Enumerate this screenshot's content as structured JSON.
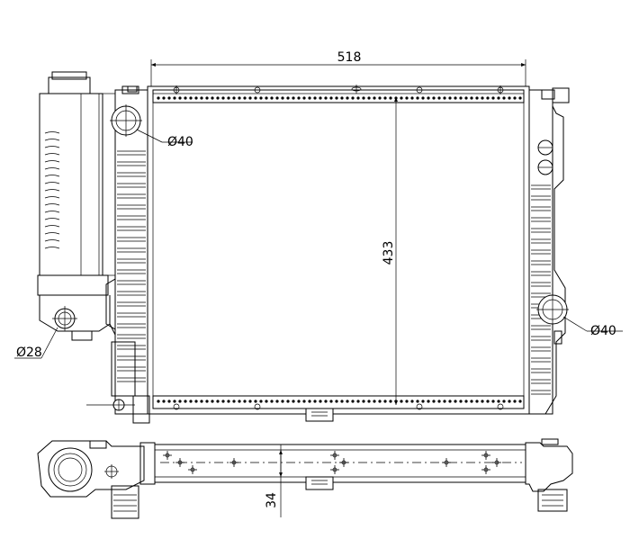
{
  "drawing": {
    "dimensions": {
      "width": "518",
      "height": "433",
      "inlet_right": "Ø40",
      "inlet_top_left": "Ø40",
      "outlet_small": "Ø28",
      "depth": "34"
    }
  }
}
